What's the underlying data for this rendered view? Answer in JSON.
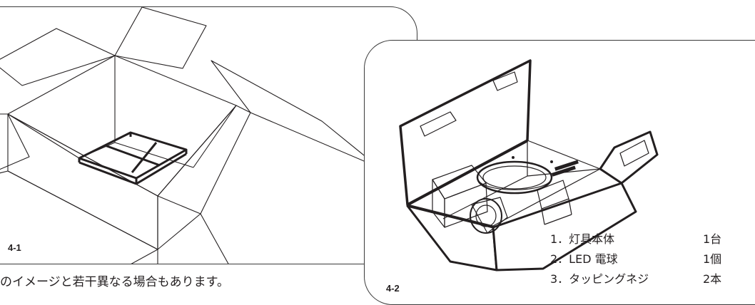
{
  "note": "のイメージと若干異なる場合もあります。",
  "figures": [
    {
      "label": "4-1"
    },
    {
      "label": "4-2"
    }
  ],
  "parts": [
    {
      "name": "1．灯具本体",
      "qty": "1台"
    },
    {
      "name": "2．LED 電球",
      "qty": "1個"
    },
    {
      "name": "3．タッピングネジ",
      "qty": "2本"
    }
  ]
}
